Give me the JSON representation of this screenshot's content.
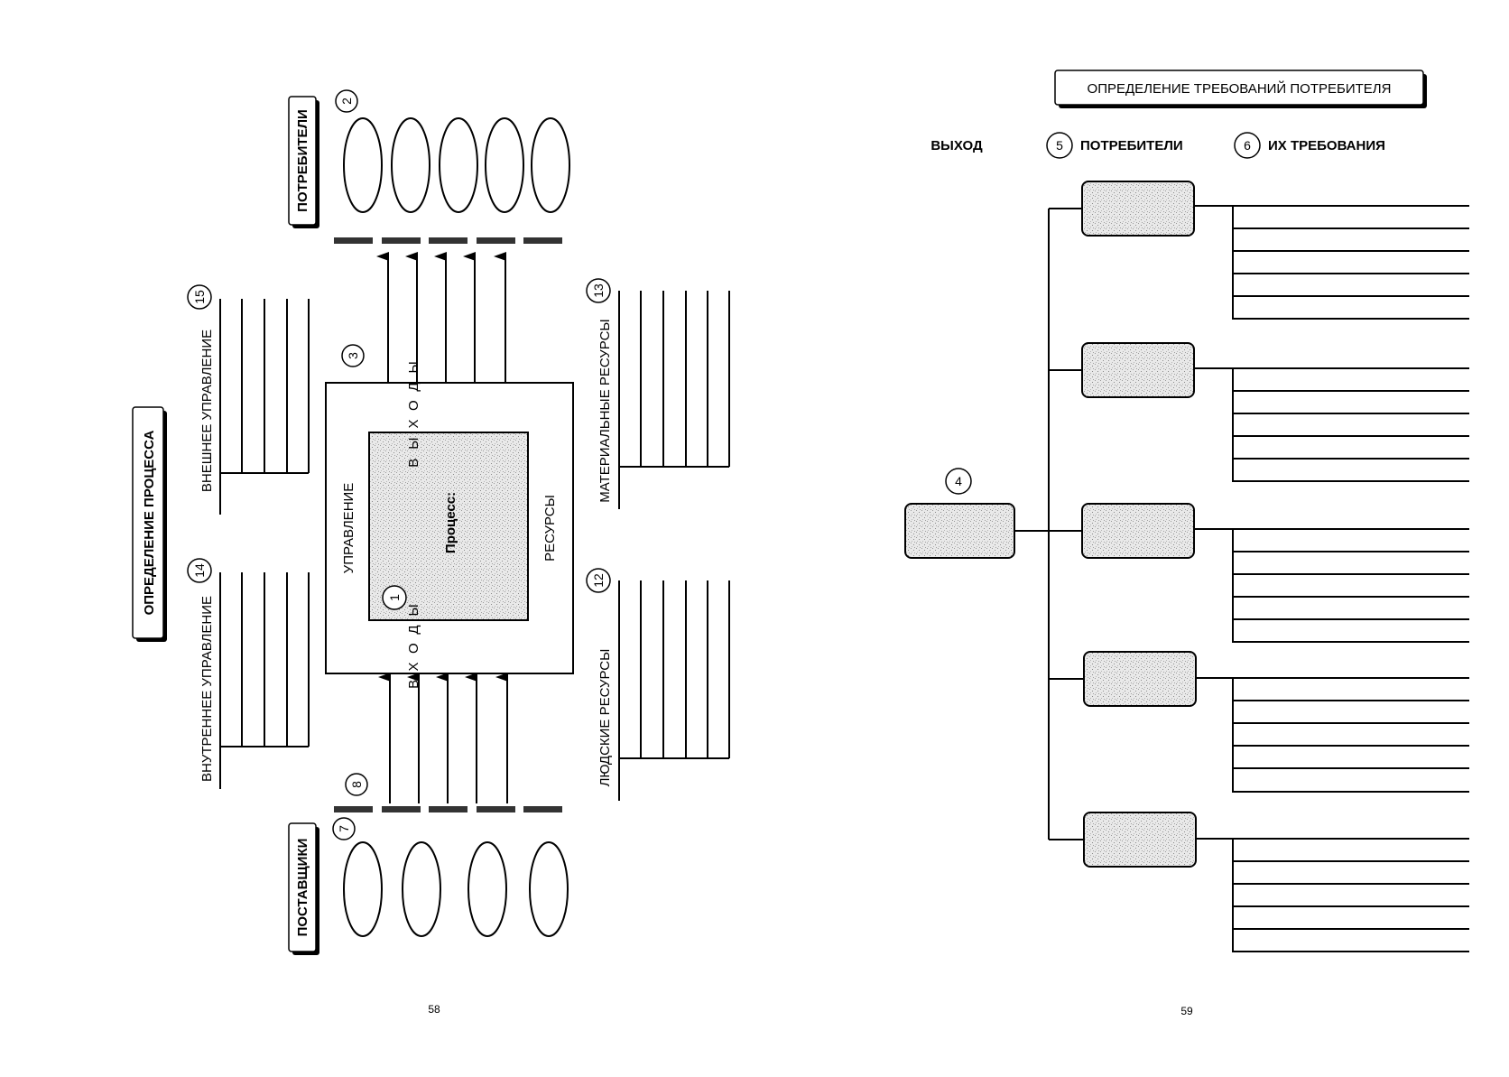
{
  "left_page": {
    "title": "ОПРЕДЕЛЕНИЕ ПРОЦЕССА",
    "consumers_label": "ПОТРЕБИТЕЛИ",
    "suppliers_label": "ПОСТАВЩИКИ",
    "external_control_label": "ВНЕШНЕЕ УПРАВЛЕНИЕ",
    "internal_control_label": "ВНУТРЕННЕЕ УПРАВЛЕНИЕ",
    "material_resources_label": "МАТЕРИАЛЬНЫЕ РЕСУРСЫ",
    "human_resources_label": "ЛЮДСКИЕ РЕСУРСЫ",
    "control_label": "УПРАВЛЕНИЕ",
    "resources_label": "РЕСУРСЫ",
    "outputs_label": "ВЫХОДЫ",
    "inputs_label": "ВХОДЫ",
    "process_label": "Процесс:",
    "markers": {
      "process": "1",
      "consumers": "2",
      "outputs": "3",
      "suppliers": "7",
      "inputs": "8",
      "human_resources": "12",
      "material_resources": "13",
      "internal_control": "14",
      "external_control": "15"
    },
    "page_number": "58"
  },
  "right_page": {
    "title": "ОПРЕДЕЛЕНИЕ ТРЕБОВАНИЙ ПОТРЕБИТЕЛЯ",
    "column_output": "ВЫХОД",
    "column_consumers": "ПОТРЕБИТЕЛИ",
    "column_requirements": "ИХ ТРЕБОВАНИЯ",
    "markers": {
      "output": "4",
      "consumers": "5",
      "requirements": "6"
    },
    "page_number": "59"
  },
  "colors": {
    "ink": "#000000",
    "paper": "#ffffff",
    "stipple": "#cfcfcf"
  }
}
